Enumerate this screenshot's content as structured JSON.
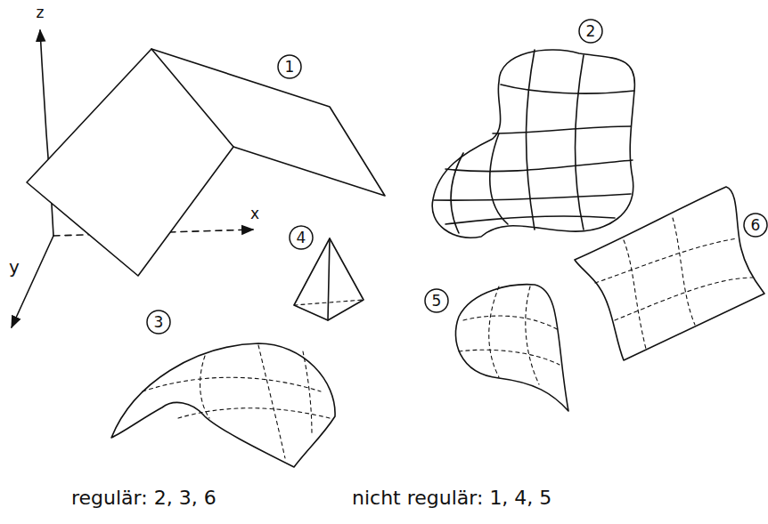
{
  "diagram": {
    "nodes": [
      {
        "text": [
          "1"
        ]
      },
      {
        "text": [
          "2"
        ]
      },
      {
        "text": [
          "3"
        ]
      },
      {
        "text": [
          "4"
        ]
      },
      {
        "text": [
          "5"
        ]
      },
      {
        "text": [
          "6"
        ]
      }
    ],
    "labels": [
      "z",
      "x",
      "y",
      "regulär: 2, 3, 6",
      "nicht regulär: 1, 4, 5"
    ]
  }
}
